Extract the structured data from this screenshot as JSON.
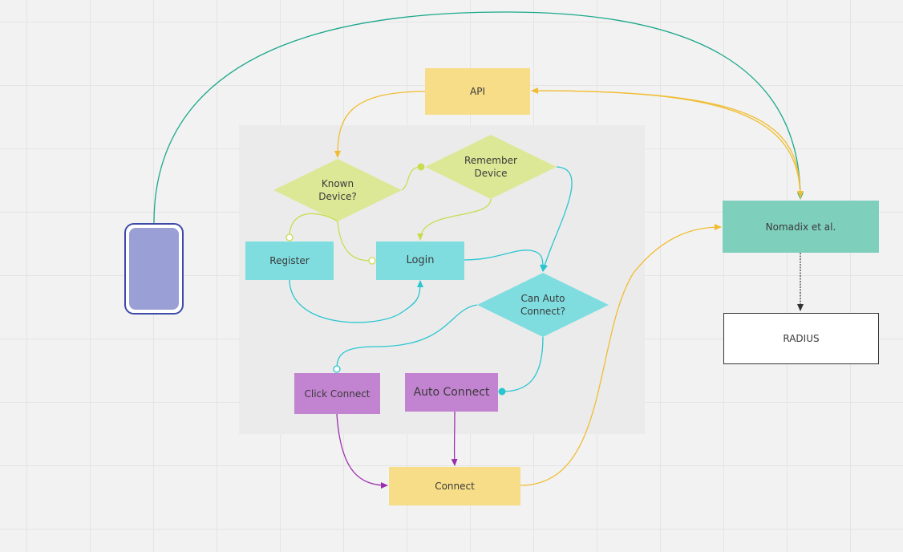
{
  "nodes": {
    "api": "API",
    "known_device": {
      "line1": "Known",
      "line2": "Device?"
    },
    "remember_device": {
      "line1": "Remember",
      "line2": "Device"
    },
    "register": "Register",
    "login": "Login",
    "can_auto_connect": {
      "line1": "Can Auto",
      "line2": "Connect?"
    },
    "click_connect": "Click Connect",
    "auto_connect": "Auto Connect",
    "connect": "Connect",
    "nomadix": "Nomadix et al.",
    "radius": "RADIUS"
  },
  "colors": {
    "canvas": "#f2f2f2",
    "frame": "#ebebeb",
    "yellow": "#f7dd87",
    "lime": "#dde896",
    "cyan": "#7fdde0",
    "purple": "#c283d0",
    "teal": "#7fcfbd",
    "phone_border": "#3e4aa8",
    "phone_screen": "#9aa0d6",
    "edge_orange": "#f0bd33",
    "edge_lime": "#c9dc4f",
    "edge_cyan": "#29c6d0",
    "edge_purple": "#9b2eae",
    "edge_teal": "#1aa88a",
    "edge_dark": "#333333"
  }
}
